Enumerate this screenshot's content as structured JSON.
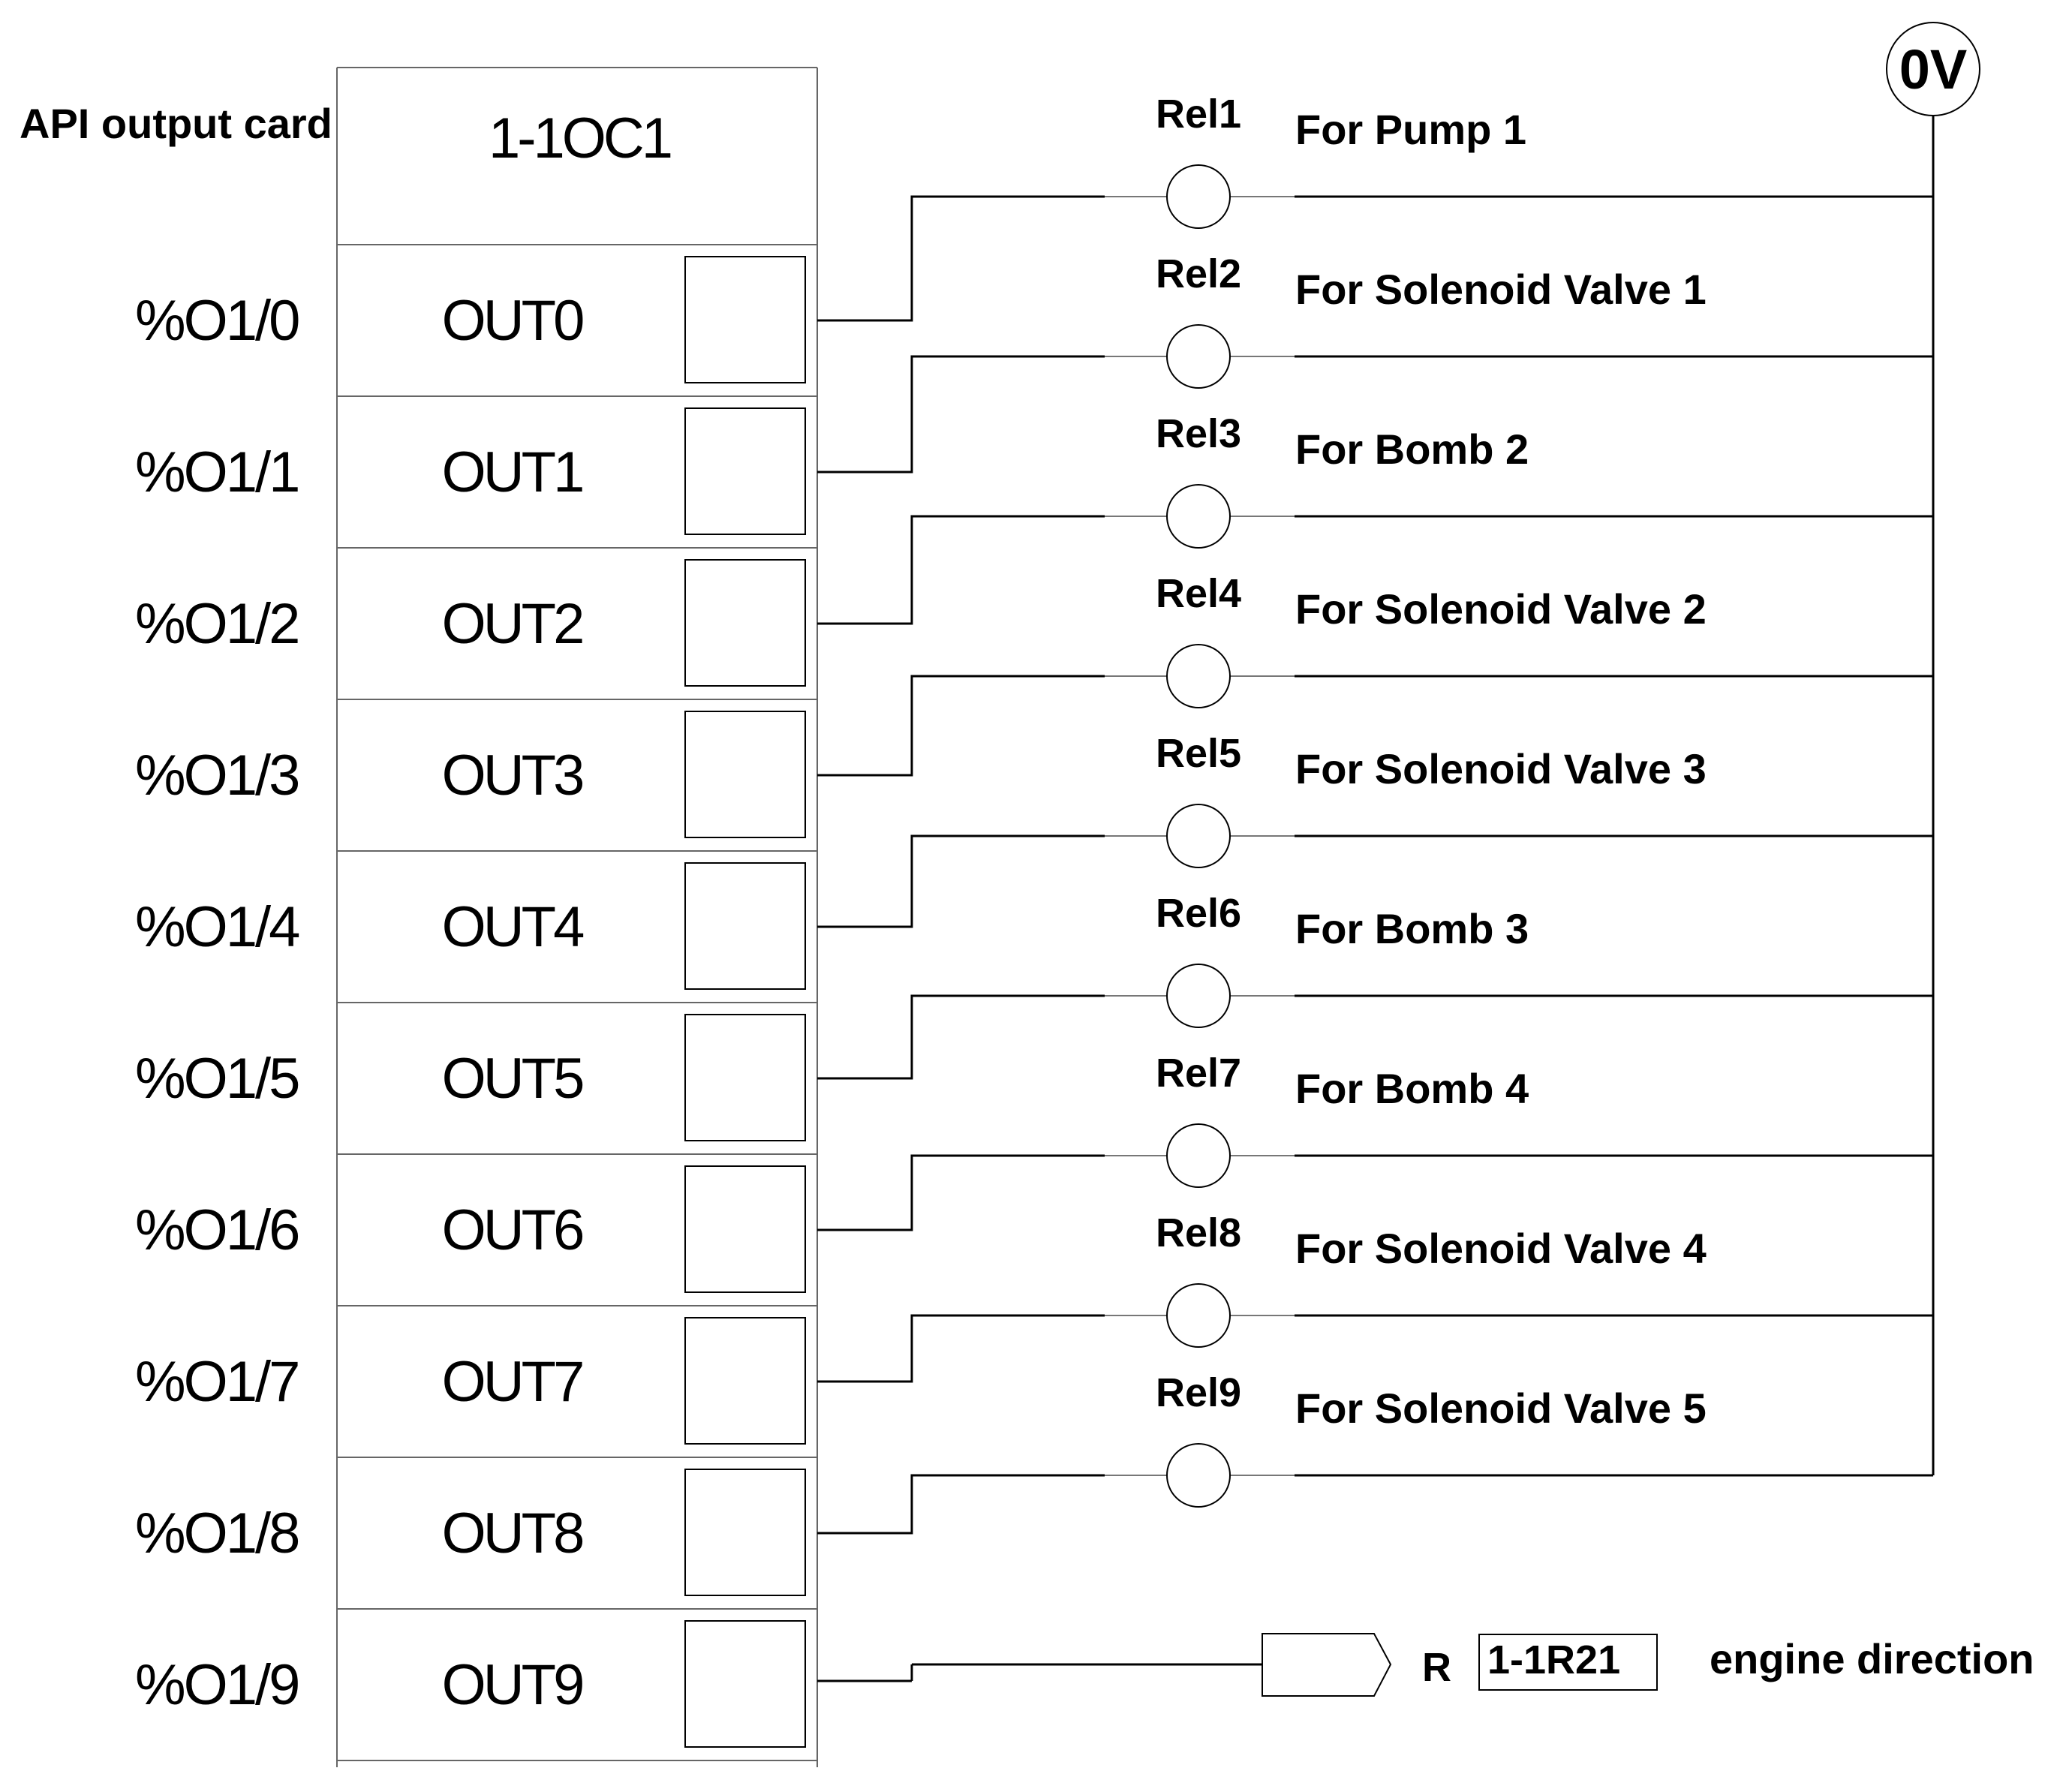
{
  "card": {
    "label": "API output card",
    "id": "1-1OC1",
    "outputs": [
      {
        "address": "%O1/0",
        "terminal": "OUT0"
      },
      {
        "address": "%O1/1",
        "terminal": "OUT1"
      },
      {
        "address": "%O1/2",
        "terminal": "OUT2"
      },
      {
        "address": "%O1/3",
        "terminal": "OUT3"
      },
      {
        "address": "%O1/4",
        "terminal": "OUT4"
      },
      {
        "address": "%O1/5",
        "terminal": "OUT5"
      },
      {
        "address": "%O1/6",
        "terminal": "OUT6"
      },
      {
        "address": "%O1/7",
        "terminal": "OUT7"
      },
      {
        "address": "%O1/8",
        "terminal": "OUT8"
      },
      {
        "address": "%O1/9",
        "terminal": "OUT9"
      }
    ]
  },
  "supply": {
    "label": "0V"
  },
  "relays": [
    {
      "name": "Rel1",
      "description": "For Pump 1"
    },
    {
      "name": "Rel2",
      "description": "For Solenoid Valve 1"
    },
    {
      "name": "Rel3",
      "description": "For Bomb 2"
    },
    {
      "name": "Rel4",
      "description": "For Solenoid Valve 2"
    },
    {
      "name": "Rel5",
      "description": "For Solenoid Valve 3"
    },
    {
      "name": "Rel6",
      "description": "For Bomb 3"
    },
    {
      "name": "Rel7",
      "description": "For Bomb 4"
    },
    {
      "name": "Rel8",
      "description": "For Solenoid Valve 4"
    },
    {
      "name": "Rel9",
      "description": "For Solenoid Valve 5"
    }
  ],
  "reference": {
    "prefix": "R",
    "id": "1-1R21",
    "description": "engine direction"
  }
}
